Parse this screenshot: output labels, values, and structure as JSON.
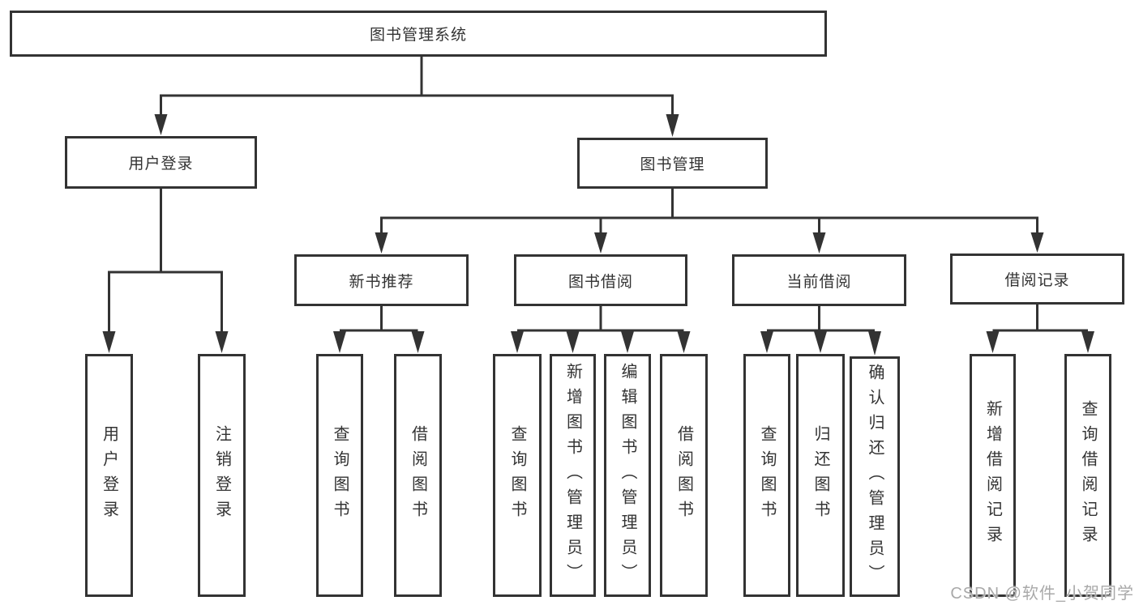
{
  "nodes": {
    "root": "图书管理系统",
    "user_login": "用户登录",
    "book_management": "图书管理",
    "new_book_recommend": "新书推荐",
    "book_borrowing": "图书借阅",
    "current_borrowing": "当前借阅",
    "borrowing_records": "借阅记录",
    "login": "用户登录",
    "logout": "注销登录",
    "recommend_query_books": "查询图书",
    "recommend_borrow_books": "借阅图书",
    "borrowing_query_books": "查询图书",
    "borrowing_add_books": "新增图书（管理员）",
    "borrowing_edit_books": "编辑图书（管理员）",
    "borrowing_borrow_books": "借阅图书",
    "current_query_books": "查询图书",
    "current_return_books": "归还图书",
    "current_confirm_return": "确认归还（管理员）",
    "records_add_record": "新增借阅记录",
    "records_query_record": "查询借阅记录"
  },
  "watermark": "CSDN @软件_小贺同学",
  "colors": {
    "line": "#333333",
    "box_border": "#333333",
    "box_fill": "#ffffff",
    "text": "#333333",
    "watermark": "#a9a9a9"
  }
}
